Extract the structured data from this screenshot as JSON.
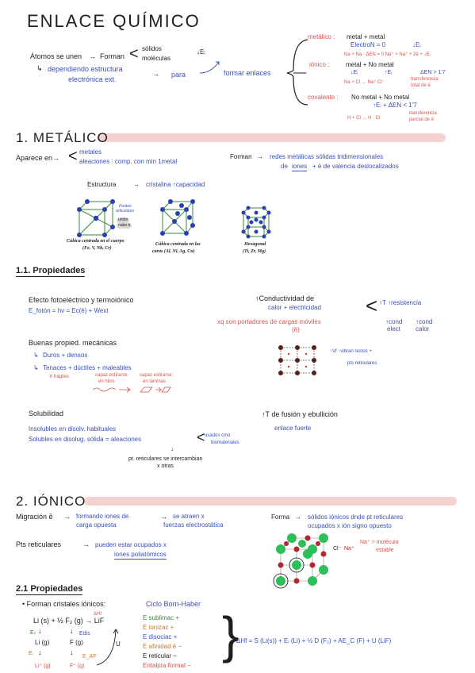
{
  "title": "ENLACE QUÍMICO",
  "intro": {
    "atomos": "Átomos se unen",
    "forman": "Forman",
    "solidos": "sólidos",
    "moleculas": "moléculas",
    "down_e": "↓Eᵢ",
    "dependiendo_1": "dependiendo estructura",
    "dependiendo_2": "electrónica ext.",
    "para": "para",
    "formar_enlaces": "formar enlaces",
    "metalico": "metálico :",
    "metalico_rule": "metal + metal",
    "metalico_sub": "ElectroN = 0",
    "metalico_down": "↓Eᵢ",
    "metalico_eq": "Na + Na · ΔEN = 0   Na⁺ + Na⁺ + 2ē + ↓Eᵢ",
    "ionico": "iónico :",
    "ionico_rule": "metal + No metal",
    "ionico_sub1": "↓Eᵢ",
    "ionico_sub2": "↑Eᵢ",
    "ionico_sub3": "ΔEN > 1'7",
    "ionico_eq": "Na + Cl → Na⁺ Cl⁻",
    "ionico_note1": "transferencia",
    "ionico_note2": "total de ē",
    "covalente": "covalente :",
    "covalente_rule": "No metal + No metal",
    "covalente_sub": "↑Eᵢ  + ΔEN < 1'7",
    "covalente_eq": "H + Cl → H : Cl",
    "covalente_note1": "transferencia",
    "covalente_note2": "parcial de ē"
  },
  "s1": {
    "heading": "1. METÁLICO",
    "aparece": "Aparece en",
    "metales": "metales",
    "aleaciones": "aleaciones : comp. con min 1metal",
    "forman": "Forman",
    "redes_1": "redes metálicas sólidas tridimensionales",
    "redes_2a": "de",
    "redes_2b": "iones",
    "redes_2c": "+ ē de valencia deslocalizados",
    "estructura": "Estructura",
    "cristalina": "cristalina ↑capacidad",
    "puntos_1": "Puntos",
    "puntos_2": "reticulares",
    "nube_1": "unión",
    "nube_2": "nube ē",
    "cap1_1": "Cúbica centrada en el cuerpo",
    "cap1_2": "(Fe, V, Nb, Cr)",
    "cap2_1": "Cúbica centrada en las",
    "cap2_2": "caras (Al, Ni, Ag, Cu)",
    "cap3_1": "Hexagonal",
    "cap3_2": "(Ti, Zr, Mg)"
  },
  "s11": {
    "heading": "1.1. Propiedades",
    "efecto": "Efecto fotoeléctrico y termoiónico",
    "efecto_eq": "E_fotón = hν = Eᴄ(ē) + Wext",
    "conduct": "↑Conductividad de",
    "conduct_2": "calor + electricidad",
    "conduct_3": "xq son portadores de cargas móviles",
    "conduct_4": "(ē)",
    "res": "↑T ↑resistencia",
    "cond_1": "↑cond",
    "cond_2": "elect",
    "cond_3": "↑cond",
    "cond_4": "calor",
    "buenas": "Buenas propied. mecánicas",
    "duros": "Duros + densos",
    "tenaces": "Tenaces + dúctiles + maleables",
    "xfragiles": "X frágiles",
    "capaz_hilos_1": "capaz estirarse",
    "capaz_hilos_2": "en hilos",
    "capaz_lam_1": "capaz estirarse",
    "capaz_lam_2": "en láminas",
    "lattice_note_1": "↑Vf ↑vibran restos +",
    "lattice_note_2": "pts reticulares",
    "solubilidad": "Solubilidad",
    "sol_1": "Insolubles en disolv. habituales",
    "sol_2": "Solubles en disolug. sólida = aleaciones",
    "sol_note_1": "usados cmo",
    "sol_note_2": "biomateriales",
    "pt_1": "pt. reticulares se intercambian",
    "pt_2": "x otras",
    "fusion": "↑T de fusión y ebullición",
    "enlace_fuerte": "enlace fuerte"
  },
  "s2": {
    "heading": "2. IÓNICO",
    "migra": "Migración ē",
    "formando": "formando iones de",
    "carga": "carga opuesta",
    "atraen": "se atraen x",
    "fuerzas": "fuerzas electrostática",
    "forma": "Forma",
    "solidos_ionicos": "sólidos iónicos dnde pt reticulares",
    "ocupados": "ocupados x ión signo opuesto",
    "pts": "Pts reticulares",
    "pueden": "pueden estar ocupados x",
    "iones_poli": "iones poliatómicos",
    "cl": "Cl⁻",
    "na": "Na⁺",
    "na_mol": "Na⁺ > molécula",
    "estable": "estable"
  },
  "s21": {
    "heading": "2.1 Propiedades",
    "forman": "• Forman cristales iónicos:",
    "ciclo": "Ciclo Born-Haber",
    "reaction": "Li (s) + ½ F₂ (g) → LiF",
    "dhf": "ΔHf",
    "es": "Eₛ",
    "edis": "Edis",
    "li_g": "Li (g)",
    "f_g": "F (g)",
    "ei": "Eᵢ",
    "eaf": "E_AF",
    "li_plus": "Li⁺ (g)",
    "f_minus": "F⁻ (g)",
    "u": "U",
    "l1": "E sublimac +",
    "l2": "E ionizac +",
    "l3": "E disociac +",
    "l4": "E afinidad ē −",
    "l5": "E reticular −",
    "l6": "Entalpía format −",
    "equation": "ΔHf = S (Li(s)) + Eᵢ (Li) + ½ D (F₂) + AE_C (F) + U (LiF)"
  }
}
